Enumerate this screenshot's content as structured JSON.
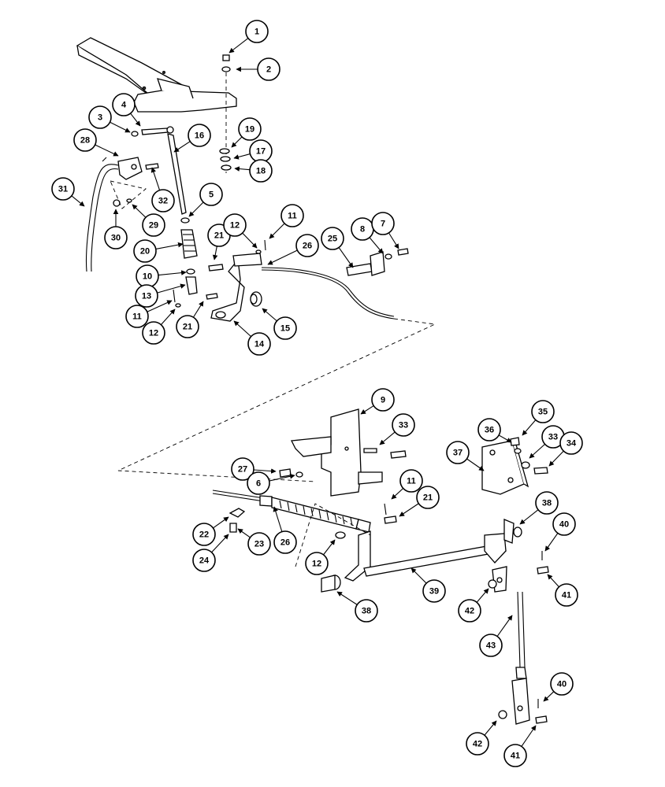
{
  "callouts": [
    "1",
    "2",
    "3",
    "4",
    "5",
    "16",
    "17",
    "18",
    "19",
    "28",
    "31",
    "32",
    "29",
    "30",
    "20",
    "21",
    "12",
    "11",
    "26",
    "25",
    "8",
    "7",
    "10",
    "13",
    "11",
    "12",
    "21",
    "14",
    "15",
    "9",
    "33",
    "35",
    "36",
    "33",
    "34",
    "37",
    "27",
    "6",
    "11",
    "21",
    "22",
    "23",
    "24",
    "26",
    "12",
    "38",
    "40",
    "41",
    "42",
    "39",
    "38",
    "43",
    "40",
    "42",
    "41"
  ]
}
